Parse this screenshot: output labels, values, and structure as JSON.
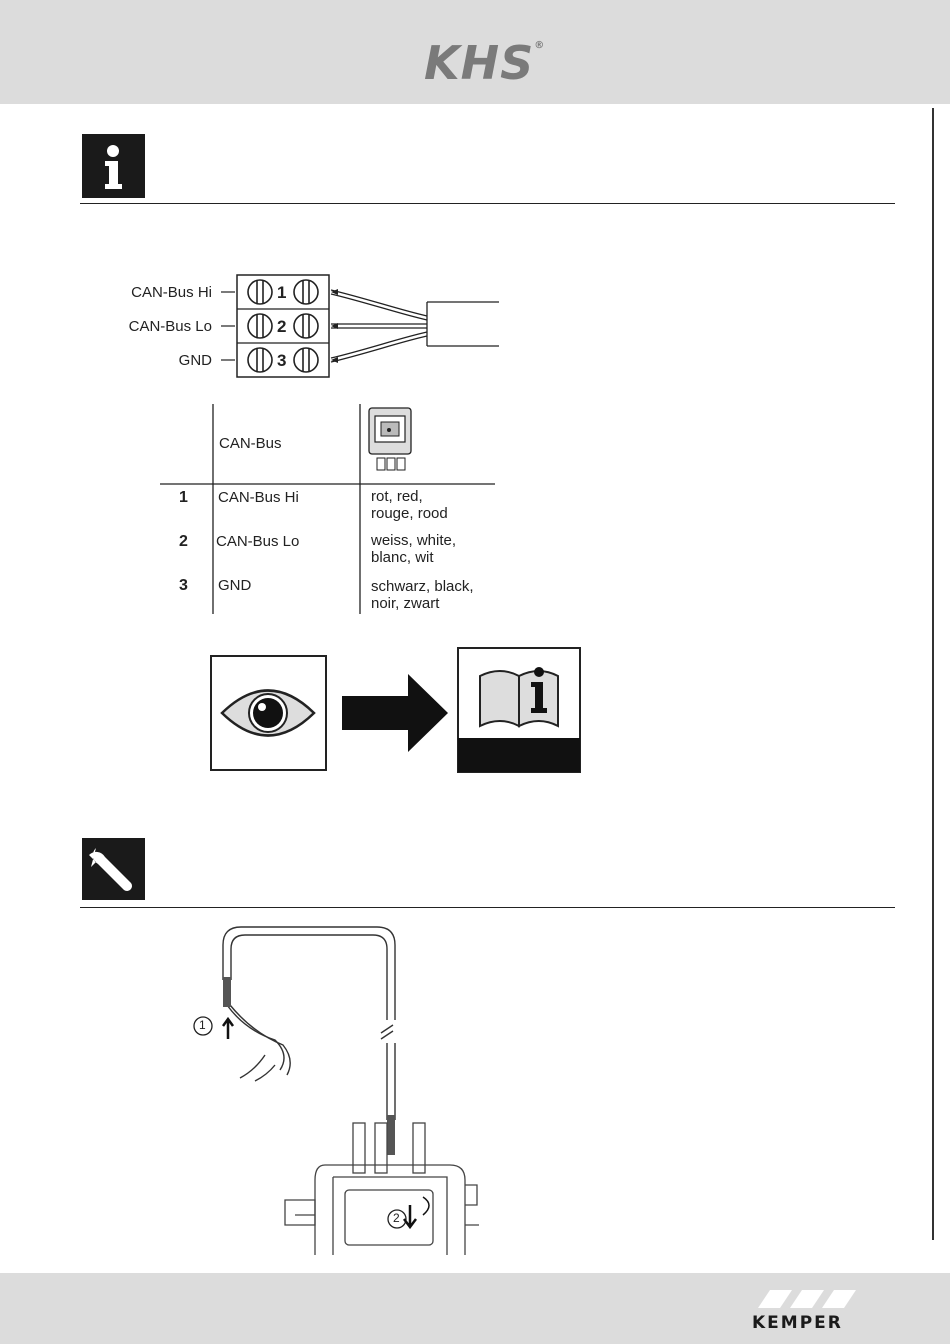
{
  "header": {
    "logo_text": "KHS",
    "logo_reg": "®"
  },
  "terminal": {
    "labels": [
      "CAN-Bus Hi",
      "CAN-Bus Lo",
      "GND"
    ],
    "numbers": [
      "1",
      "2",
      "3"
    ]
  },
  "table": {
    "header_col2": "CAN-Bus",
    "rows": [
      {
        "num": "1",
        "signal": "CAN-Bus Hi",
        "color_line1": "rot, red,",
        "color_line2": "rouge, rood"
      },
      {
        "num": "2",
        "signal": "CAN-Bus Lo",
        "color_line1": "weiss, white,",
        "color_line2": "blanc, wit"
      },
      {
        "num": "3",
        "signal": "GND",
        "color_line1": "schwarz, black,",
        "color_line2": "noir, zwart"
      }
    ]
  },
  "steps": {
    "step1": "1",
    "step2": "2"
  },
  "footer": {
    "brand": "KEMPER"
  }
}
